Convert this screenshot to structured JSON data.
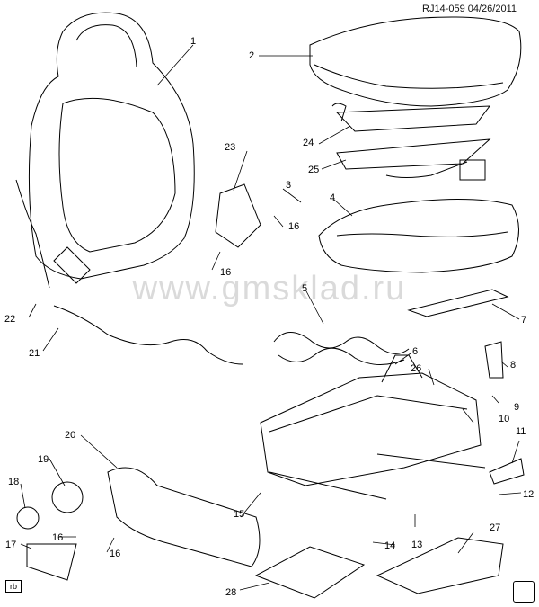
{
  "header": {
    "reference": "RJ14-059  04/26/2011"
  },
  "watermark": "www.gmsklad.ru",
  "callouts": [
    "1",
    "2",
    "3",
    "4",
    "5",
    "6",
    "7",
    "8",
    "9",
    "10",
    "11",
    "12",
    "13",
    "14",
    "15",
    "16",
    "17",
    "18",
    "19",
    "20",
    "21",
    "22",
    "23",
    "24",
    "25",
    "26",
    "27",
    "28"
  ],
  "footer": {
    "tag": "rb"
  }
}
